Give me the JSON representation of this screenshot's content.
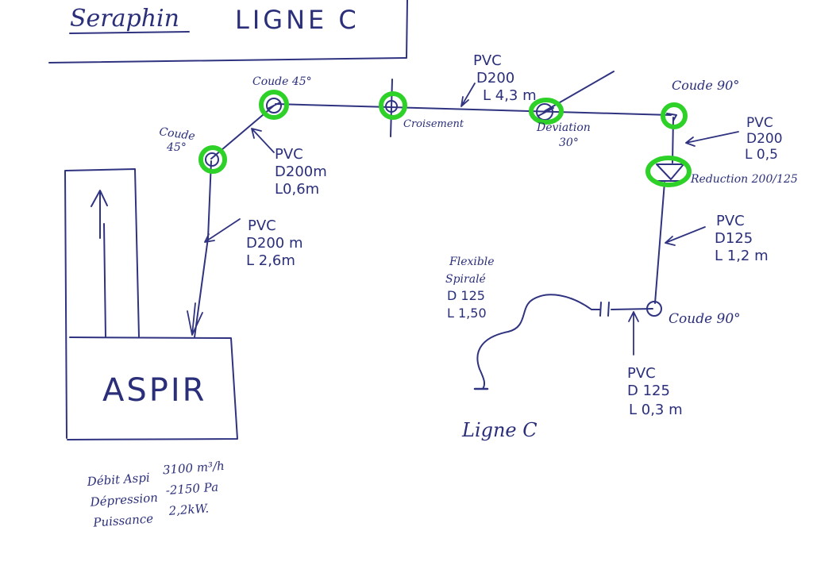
{
  "header": {
    "title": "Seraphin",
    "subtitle": "LIGNE C"
  },
  "fittings": {
    "coude45_top": "Coude 45°",
    "coude45_left_line1": "Coude",
    "coude45_left_line2": "45°",
    "croisement": "Croisement",
    "deviation_line1": "Deviation",
    "deviation_line2": "30°",
    "coude90_top": "Coude 90°",
    "reduction": "Reduction 200/125",
    "coude90_bottom": "Coude 90°"
  },
  "pipes": {
    "diag": {
      "type": "PVC",
      "diameter": "D200m",
      "length": "L0,6m"
    },
    "vertical_left": {
      "type": "PVC",
      "diameter": "D200 m",
      "length": "L 2,6m"
    },
    "top": {
      "type": "PVC",
      "diameter": "D200",
      "length": "L 4,3 m"
    },
    "right_upper": {
      "type": "PVC",
      "diameter": "D200",
      "length": "L 0,5"
    },
    "right_lower": {
      "type": "PVC",
      "diameter": "D125",
      "length": "L 1,2 m"
    },
    "bottom": {
      "type": "PVC",
      "diameter": "D 125",
      "length": "L 0,3 m"
    },
    "flexible": {
      "line1": "Flexible",
      "line2": "Spiralé",
      "diameter": "D 125",
      "length": "L 1,50"
    }
  },
  "equipment": {
    "aspirator": "ASPIR",
    "line_label": "Ligne C"
  },
  "specs": [
    {
      "label": "Débit Aspi",
      "value": "3100 m³/h"
    },
    {
      "label": "Dépression",
      "value": "-2150 Pa"
    },
    {
      "label": "Puissance",
      "value": "2,2kW."
    }
  ],
  "colors": {
    "ink": "#2f3380",
    "highlight": "#2ed127",
    "paper": "#ffffff"
  }
}
